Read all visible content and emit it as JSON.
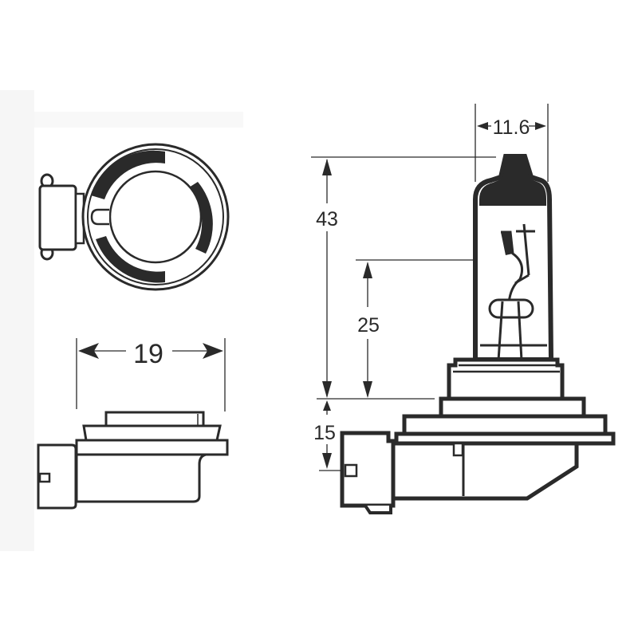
{
  "diagram": {
    "subject": "H11 halogen bulb dimensional drawing",
    "colors": {
      "background": "#ffffff",
      "line": "#2a2a2a",
      "fill_dark": "#2a2a2a",
      "panel_tint": "#f6f6f6"
    },
    "views": {
      "end_view": {
        "label": "end-view"
      },
      "side_view": {
        "label": "side-view",
        "width_dimension": "19"
      },
      "front_view": {
        "label": "front-view",
        "glass_width_dimension": "11.6",
        "overall_height_dimension": "43",
        "filament_height_dimension": "25",
        "base_offset_dimension": "15"
      }
    }
  }
}
